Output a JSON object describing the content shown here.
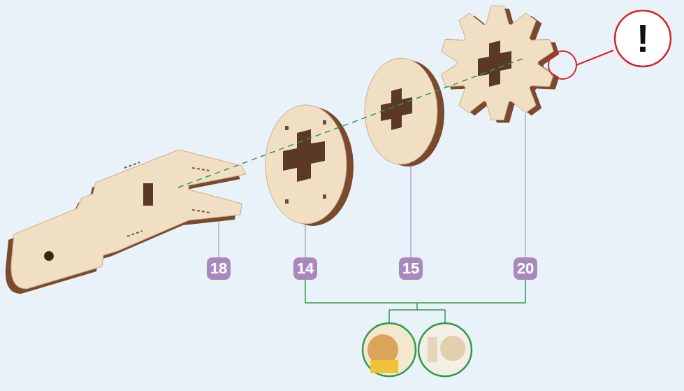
{
  "diagram": {
    "labels": [
      "18",
      "14",
      "15",
      "20",
      "!"
    ]
  }
}
